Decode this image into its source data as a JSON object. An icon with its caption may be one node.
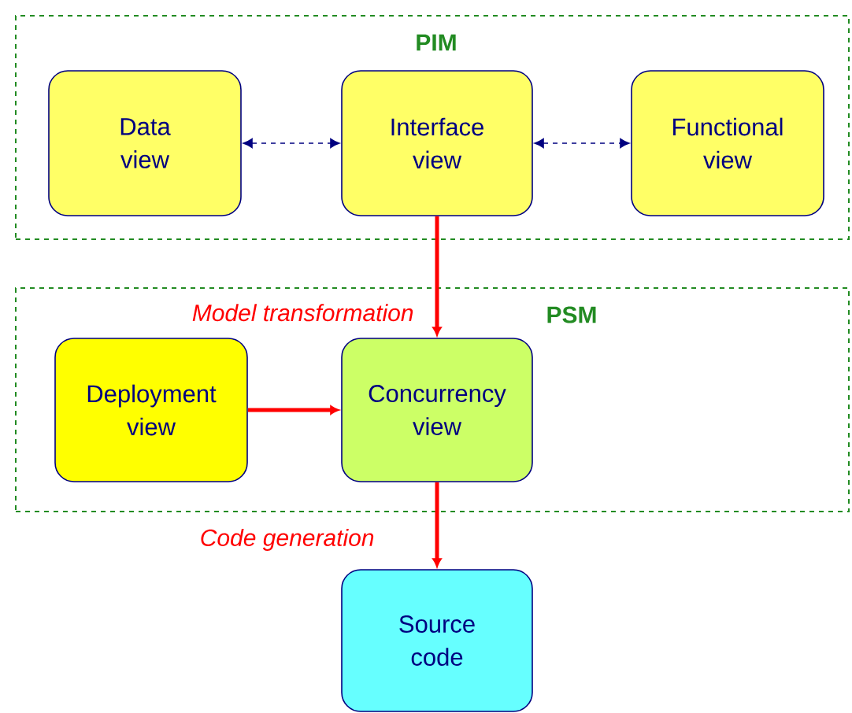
{
  "diagram": {
    "nodes": [
      {
        "text": [
          "PIM"
        ]
      },
      {
        "text": [
          "Data view"
        ],
        "in": 0
      },
      {
        "text": [
          "Interface view"
        ],
        "in": 0
      },
      {
        "text": [
          "Functional view"
        ],
        "in": 0
      },
      {
        "text": [
          "PSM"
        ]
      },
      {
        "text": [
          "Deployment view"
        ],
        "in": 4
      },
      {
        "text": [
          "Concurrency view"
        ],
        "in": 4
      },
      {
        "text": [
          "Source code"
        ]
      }
    ],
    "edges": [
      {
        "from": 1,
        "to": 2,
        "arrow": "both",
        "style": "dashed",
        "color": "#000080"
      },
      {
        "from": 2,
        "to": 3,
        "arrow": "both",
        "style": "dashed",
        "color": "#000080"
      },
      {
        "from": 2,
        "to": 6,
        "arrow": "to",
        "label": "Model transformation"
      },
      {
        "from": 5,
        "to": 6,
        "arrow": "to"
      },
      {
        "from": 6,
        "to": 7,
        "arrow": "to",
        "label": "Code generation"
      }
    ]
  }
}
